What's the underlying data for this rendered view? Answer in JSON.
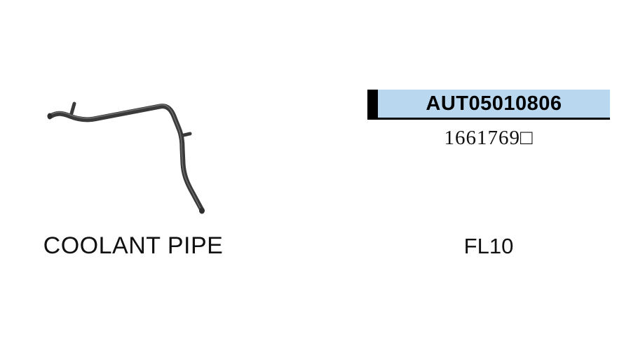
{
  "part_catalog": {
    "left_panel": {
      "caption": "COOLANT PIPE",
      "image": "coolant-pipe-drawing"
    },
    "right_panel": {
      "part_code": "AUT05010806",
      "oem_number": "1661769□",
      "model": "FL10"
    }
  },
  "colors": {
    "header_bg": "#b9d7ee",
    "header_accent": "#000000",
    "pipe_color": "#3a3a3a",
    "text_color": "#111111"
  }
}
